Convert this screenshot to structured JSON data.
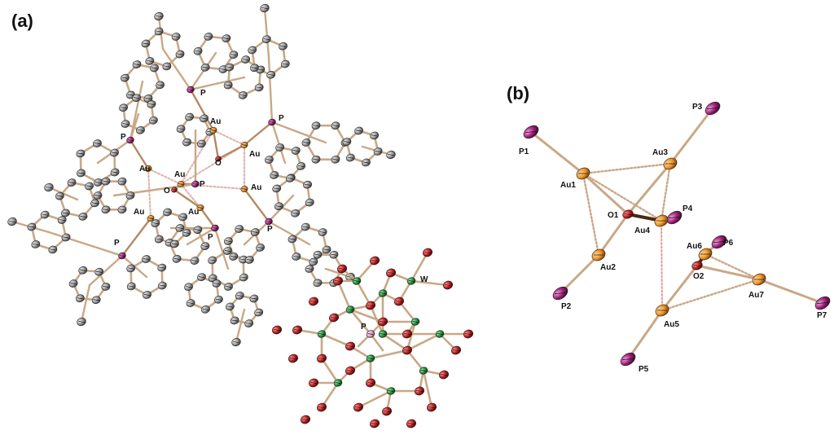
{
  "panels": [
    {
      "id": "a",
      "label": "(a)"
    },
    {
      "id": "b",
      "label": "(b)"
    }
  ],
  "colors": {
    "bond": "#c9a886",
    "bond_dark": "#b48a63",
    "aurophilic": "#e0b6ad",
    "carbon": "#9a9a9a",
    "gold": "#f0952a",
    "phosphorus": "#a0207a",
    "oxygen": "#c41e1e",
    "tungsten": "#1e9c3a",
    "hetero_p": "#e7a6c8"
  },
  "panel_a": {
    "labels": {
      "p_top": "P",
      "p_left": "P",
      "p_right_top": "P",
      "p_lower_left": "P",
      "p_center": "P",
      "p_lower_mid": "P",
      "p_lower_right": "P",
      "au_top": "Au",
      "au_right_top": "Au",
      "au_left": "Au",
      "au_center": "Au",
      "au_right": "Au",
      "au_lower_left": "Au",
      "au_lower_mid": "Au",
      "o_top": "O",
      "o_center": "O",
      "w": "W",
      "p_polyoxometalate": "P"
    }
  },
  "panel_b": {
    "labels": {
      "P1": "P1",
      "P2": "P2",
      "P3": "P3",
      "P4": "P4",
      "P5": "P5",
      "P6": "P6",
      "P7": "P7",
      "Au1": "Au1",
      "Au2": "Au2",
      "Au3": "Au3",
      "Au4": "Au4",
      "Au5": "Au5",
      "Au6": "Au6",
      "Au7": "Au7",
      "O1": "O1",
      "O2": "O2"
    }
  }
}
